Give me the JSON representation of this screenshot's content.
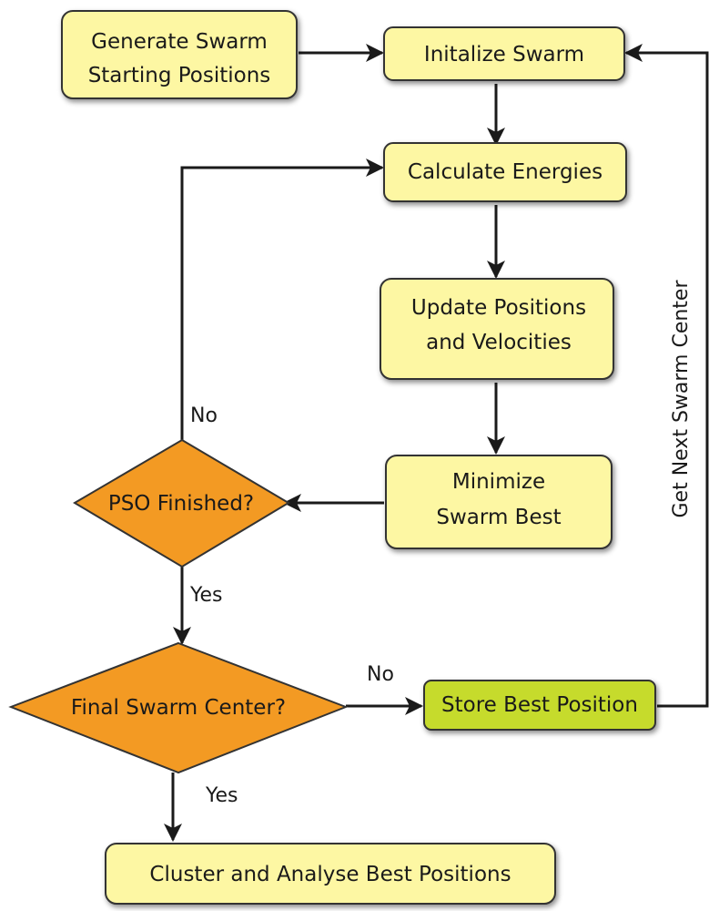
{
  "colors": {
    "process_fill": "#FDF7A3",
    "decision_fill": "#F39A23",
    "store_fill": "#C6DB2C",
    "line": "#1a1a1a"
  },
  "nodes": {
    "generate": {
      "line1": "Generate Swarm",
      "line2": "Starting Positions"
    },
    "initialize": {
      "label": "Initalize Swarm"
    },
    "calculate": {
      "label": "Calculate Energies"
    },
    "update": {
      "line1": "Update Positions",
      "line2": "and Velocities"
    },
    "minimize": {
      "line1": "Minimize",
      "line2": "Swarm Best"
    },
    "pso_finished": {
      "label": "PSO Finished?"
    },
    "final_center": {
      "label": "Final Swarm Center?"
    },
    "store_best": {
      "label": "Store Best Position"
    },
    "cluster": {
      "label": "Cluster and Analyse Best Positions"
    }
  },
  "edge_labels": {
    "pso_no": "No",
    "pso_yes": "Yes",
    "final_no": "No",
    "final_yes": "Yes",
    "loop_back": "Get Next Swarm Center"
  }
}
